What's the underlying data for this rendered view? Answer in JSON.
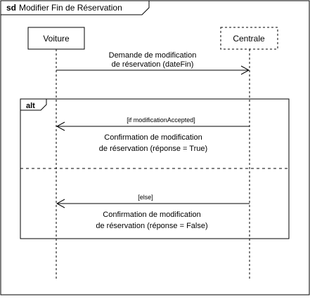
{
  "frame": {
    "keyword": "sd",
    "title": "Modifier Fin de Réservation"
  },
  "lifelines": {
    "voiture": "Voiture",
    "centrale": "Centrale"
  },
  "messages": {
    "request": {
      "line1": "Demande de modification",
      "line2": "de réservation (dateFin)"
    }
  },
  "fragment": {
    "operator": "alt",
    "op1": {
      "guard": "[if modificationAccepted]",
      "line1": "Confirmation de modification",
      "line2": "de réservation (réponse = True)"
    },
    "op2": {
      "guard": "[else]",
      "line1": "Confirmation de modification",
      "line2": "de réservation (réponse = False)"
    }
  }
}
